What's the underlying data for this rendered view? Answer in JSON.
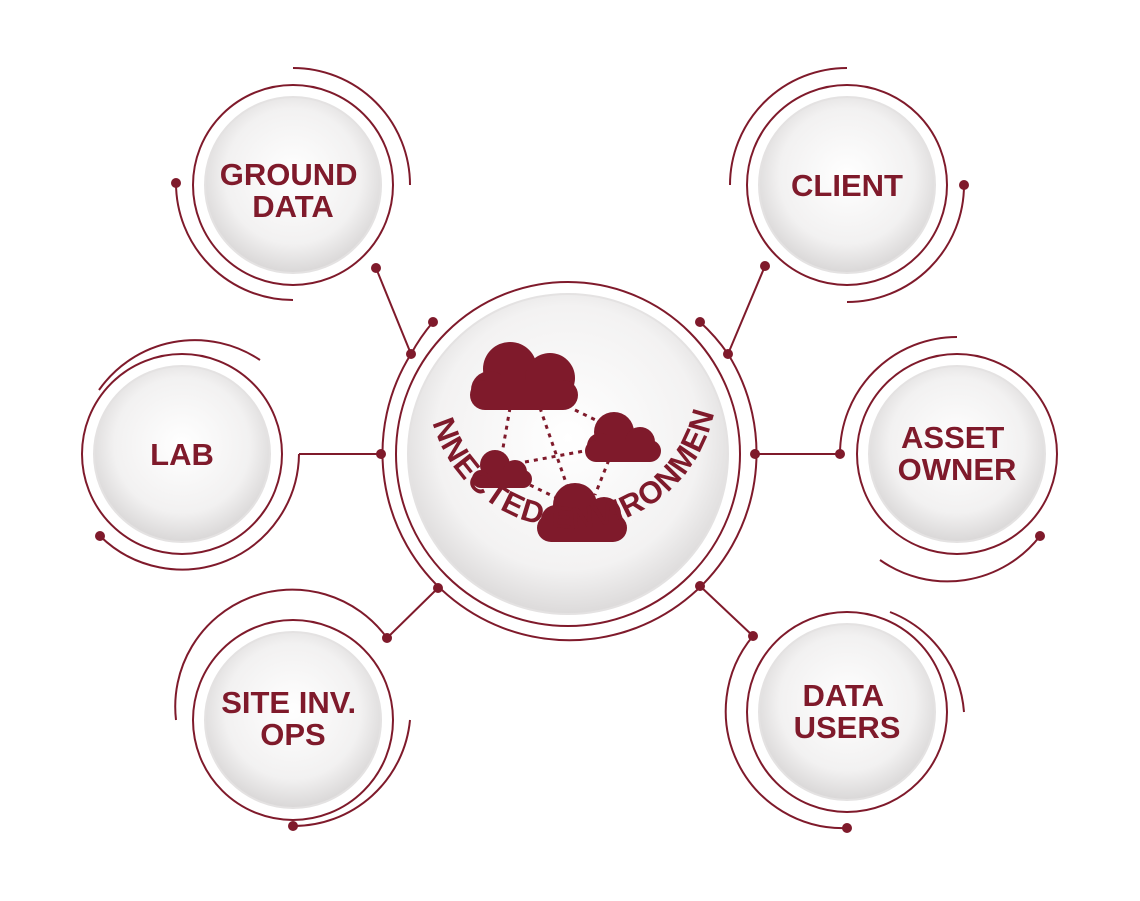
{
  "diagram": {
    "accent_color": "#7f1a2b",
    "center": {
      "label": "CONNECTED ENVIRONMENTS",
      "icon": "cloud-network-icon"
    },
    "nodes": [
      {
        "id": "ground-data",
        "lines": [
          "GROUND",
          "DATA"
        ]
      },
      {
        "id": "client",
        "lines": [
          "CLIENT"
        ]
      },
      {
        "id": "lab",
        "lines": [
          "LAB"
        ]
      },
      {
        "id": "asset-owner",
        "lines": [
          "ASSET",
          "OWNER"
        ]
      },
      {
        "id": "site-inv-ops",
        "lines": [
          "SITE INV.",
          "OPS"
        ]
      },
      {
        "id": "data-users",
        "lines": [
          "DATA",
          "USERS"
        ]
      }
    ]
  }
}
